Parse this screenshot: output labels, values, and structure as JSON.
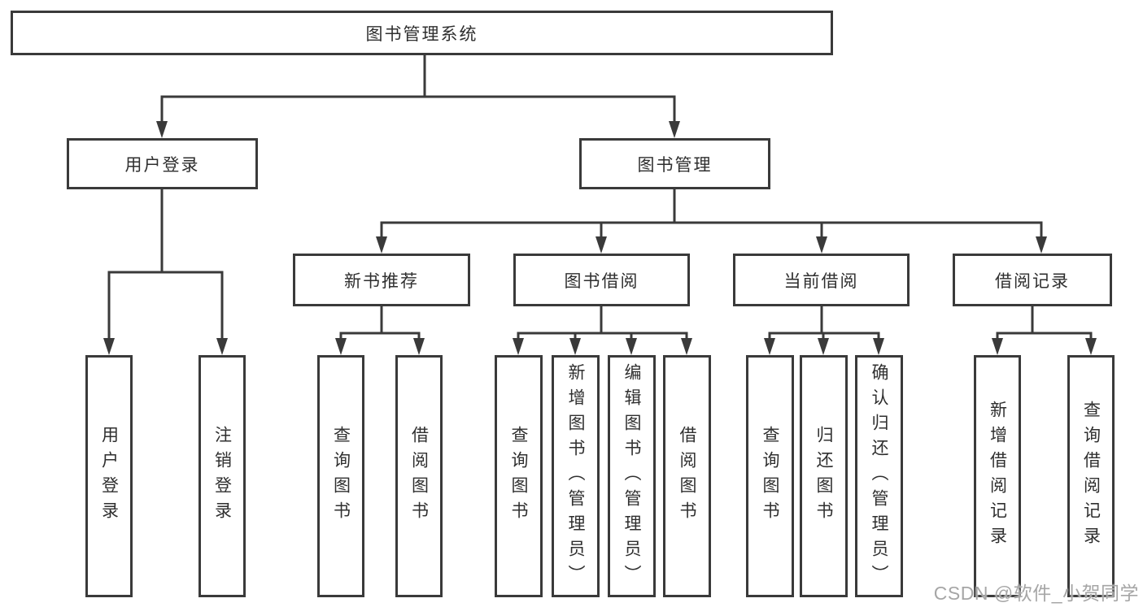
{
  "tree": {
    "label": "图书管理系统",
    "children": [
      {
        "label": "用户登录",
        "children": [
          {
            "label": "用户登录"
          },
          {
            "label": "注销登录"
          }
        ]
      },
      {
        "label": "图书管理",
        "children": [
          {
            "label": "新书推荐",
            "children": [
              {
                "label": "查询图书"
              },
              {
                "label": "借阅图书"
              }
            ]
          },
          {
            "label": "图书借阅",
            "children": [
              {
                "label": "查询图书"
              },
              {
                "label": "新增图书（管理员）"
              },
              {
                "label": "编辑图书（管理员）"
              },
              {
                "label": "借阅图书"
              }
            ]
          },
          {
            "label": "当前借阅",
            "children": [
              {
                "label": "查询图书"
              },
              {
                "label": "归还图书"
              },
              {
                "label": "确认归还（管理员）"
              }
            ]
          },
          {
            "label": "借阅记录",
            "children": [
              {
                "label": "新增借阅记录"
              },
              {
                "label": "查询借阅记录"
              }
            ]
          }
        ]
      }
    ]
  },
  "watermark": "CSDN @软件_小贺同学",
  "colors": {
    "line": "#3a3a3a",
    "background": "#ffffff",
    "watermark": "#a6a6a6"
  }
}
